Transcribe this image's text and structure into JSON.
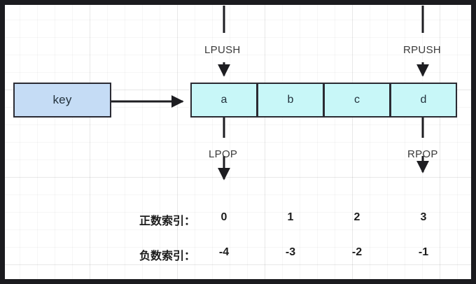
{
  "diagram": {
    "key_box": {
      "label": "key"
    },
    "list": {
      "cells": [
        {
          "value": "a",
          "positive_index": "0",
          "negative_index": "-4"
        },
        {
          "value": "b",
          "positive_index": "1",
          "negative_index": "-3"
        },
        {
          "value": "c",
          "positive_index": "2",
          "negative_index": "-2"
        },
        {
          "value": "d",
          "positive_index": "3",
          "negative_index": "-1"
        }
      ]
    },
    "operations": {
      "lpush": "LPUSH",
      "rpush": "RPUSH",
      "lpop": "LPOP",
      "rpop": "RPOP"
    },
    "index_rows": [
      {
        "label": "正数索引："
      },
      {
        "label": "负数索引："
      }
    ],
    "colors": {
      "key_fill": "#c5dcf5",
      "cell_fill": "#c8f7f8",
      "stroke": "#2b2b33",
      "frame": "#1b1b1f",
      "text": "#23323d"
    }
  }
}
